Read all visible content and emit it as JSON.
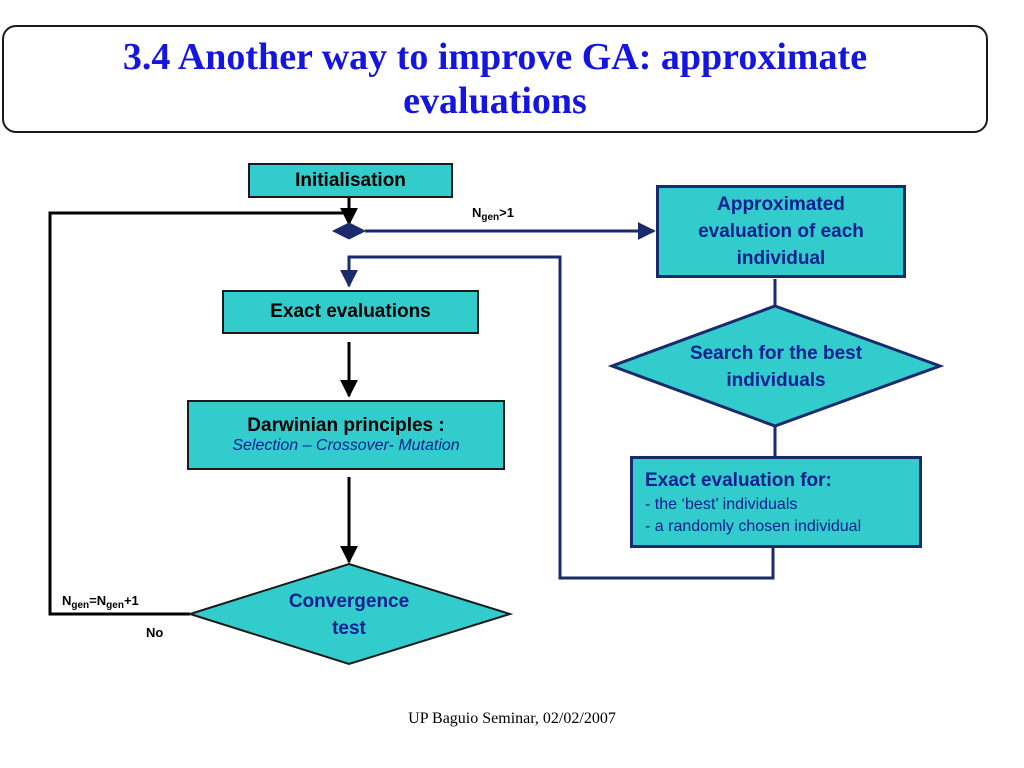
{
  "slide": {
    "title_line1": "3.4 Another way to improve GA: approximate",
    "title_line2": "evaluations",
    "footer": "UP Baguio Seminar, 02/02/2007"
  },
  "flowchart": {
    "initialisation": "Initialisation",
    "exact_evaluations": "Exact evaluations",
    "darwinian_title": "Darwinian principles :",
    "darwinian_subtitle": "Selection – Crossover- Mutation",
    "convergence_line1": "Convergence",
    "convergence_line2": "test",
    "approx_line1": "Approximated",
    "approx_line2": "evaluation of each",
    "approx_line3": "individual",
    "search_line1": "Search for the best",
    "search_line2": "individuals",
    "exact_for_title": "Exact evaluation for:",
    "exact_for_item1": "- the ‘best’ individuals",
    "exact_for_item2": "- a randomly chosen individual",
    "label_branch": {
      "prefix": "N",
      "sub": "gen",
      "suffix": ">1"
    },
    "label_increment": {
      "n1": "N",
      "sub1": "gen",
      "eq": "=N",
      "sub2": "gen",
      "suffix": "+1"
    },
    "label_no": "No"
  },
  "colors": {
    "box_fill": "#33cccc",
    "title_blue": "#1515e0",
    "text_navy": "#0a1f8f",
    "connector_navy": "#1a2a6c"
  }
}
